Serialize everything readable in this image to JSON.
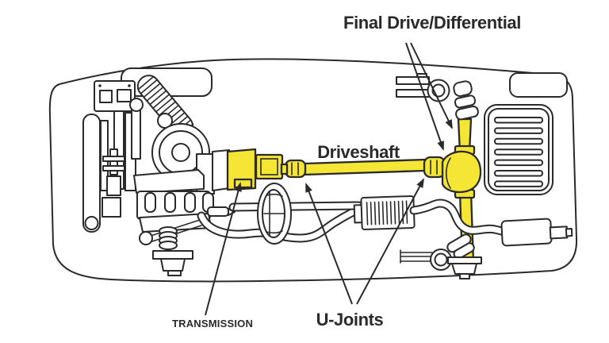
{
  "labels": {
    "final_drive": "Final Drive/Differential",
    "driveshaft": "Driveshaft",
    "u_joints": "U-Joints",
    "transmission": "TRANSMISSION"
  },
  "colors": {
    "highlight_yellow": "#f5e636",
    "ink": "#2a2a2a",
    "paper": "#ffffff"
  },
  "diagram": {
    "type": "vehicle-drivetrain-top-view",
    "highlighted_parts": [
      "transmission",
      "driveshaft",
      "u-joints",
      "final-drive-differential",
      "axle-shafts"
    ]
  }
}
